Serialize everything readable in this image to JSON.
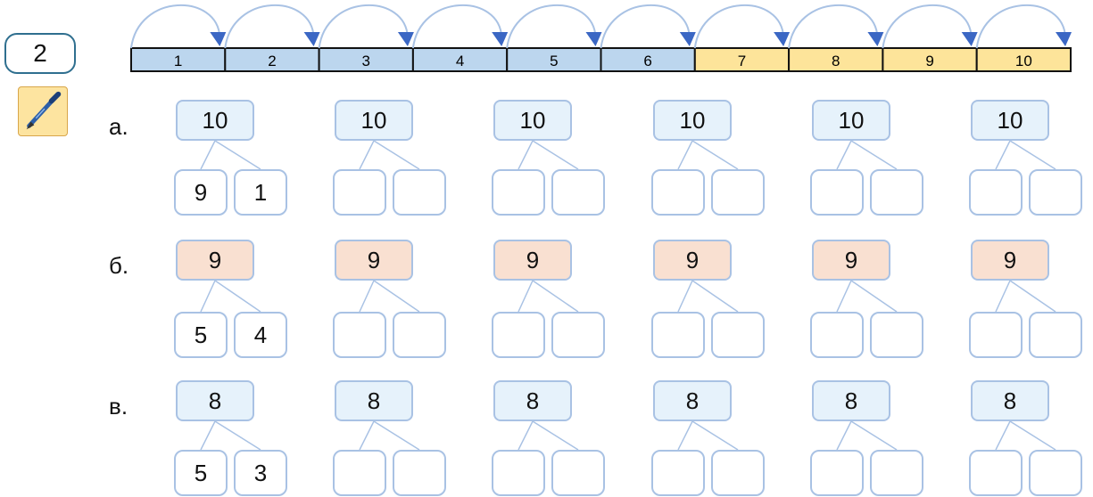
{
  "task": {
    "number": "2",
    "icon": "pen-icon"
  },
  "number_strip": {
    "segments": [
      "1",
      "2",
      "3",
      "4",
      "5",
      "6",
      "7",
      "8",
      "9",
      "10"
    ],
    "highlight_from": 7,
    "colors": {
      "blue": "#bcd6ee",
      "yellow": "#fde49a",
      "arc": "#a9c2e4",
      "arrow": "#3b67c4"
    }
  },
  "rows": [
    {
      "label": "а.",
      "whole": "10",
      "color": "#e6f2fb",
      "trees": [
        {
          "left": "9",
          "right": "1"
        },
        {
          "left": "",
          "right": ""
        },
        {
          "left": "",
          "right": ""
        },
        {
          "left": "",
          "right": ""
        },
        {
          "left": "",
          "right": ""
        },
        {
          "left": "",
          "right": ""
        }
      ]
    },
    {
      "label": "б.",
      "whole": "9",
      "color": "#f9e0d1",
      "trees": [
        {
          "left": "5",
          "right": "4"
        },
        {
          "left": "",
          "right": ""
        },
        {
          "left": "",
          "right": ""
        },
        {
          "left": "",
          "right": ""
        },
        {
          "left": "",
          "right": ""
        },
        {
          "left": "",
          "right": ""
        }
      ]
    },
    {
      "label": "в.",
      "whole": "8",
      "color": "#e6f2fb",
      "trees": [
        {
          "left": "5",
          "right": "3"
        },
        {
          "left": "",
          "right": ""
        },
        {
          "left": "",
          "right": ""
        },
        {
          "left": "",
          "right": ""
        },
        {
          "left": "",
          "right": ""
        },
        {
          "left": "",
          "right": ""
        }
      ]
    }
  ]
}
